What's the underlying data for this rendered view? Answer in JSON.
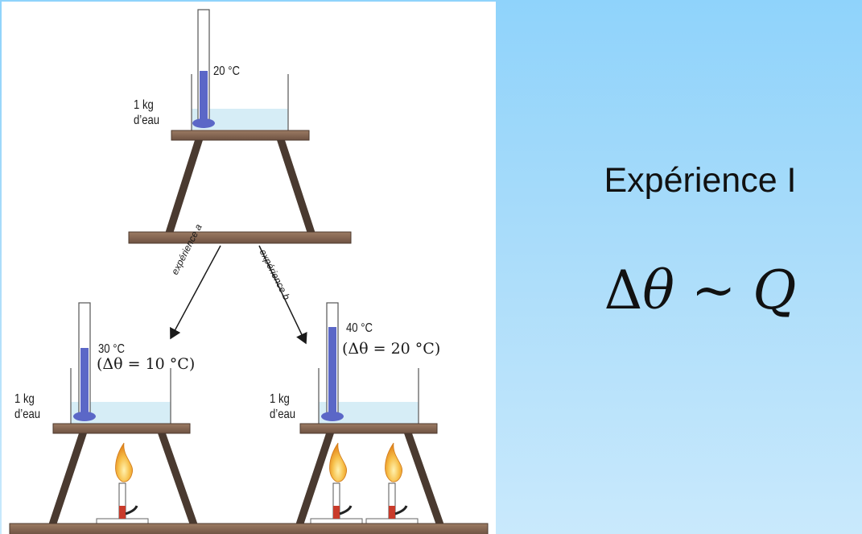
{
  "title": "Expérience I",
  "formula": {
    "delta": "Δ",
    "theta": "θ",
    "tilde": " ~ ",
    "q": "Q"
  },
  "top_setup": {
    "mass_line1": "1 kg",
    "mass_line2": "d’eau",
    "temperature": "20 °C"
  },
  "arrow_left_label": "expérience a",
  "arrow_right_label": "expérience b",
  "setup_a": {
    "mass_line1": "1 kg",
    "mass_line2": "d’eau",
    "temperature": "30 °C",
    "delta": "(Δθ = 10 °C)",
    "burners": 1
  },
  "setup_b": {
    "mass_line1": "1 kg",
    "mass_line2": "d’eau",
    "temperature": "40 °C",
    "delta": "(Δθ = 20 °C)",
    "burners": 2
  },
  "colors": {
    "wood": "#8a6a55",
    "wood_dark": "#5e4536",
    "leg": "#4a3a30",
    "water": "#d9eef6",
    "mercury": "#5b67c7",
    "flame_outer": "#f2a530",
    "flame_inner": "#fbe38a",
    "burner_red": "#c93a2a"
  }
}
